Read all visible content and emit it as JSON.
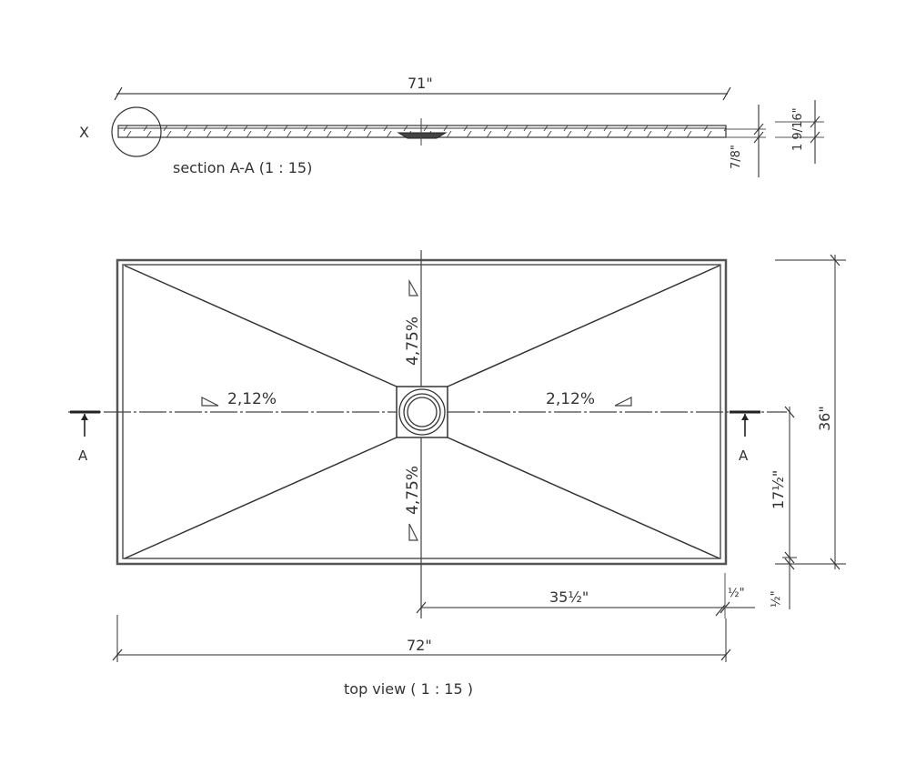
{
  "section": {
    "title": "section A-A (1 : 15)",
    "detail_marker": "X",
    "length_dim": "71\"",
    "thickness_dim_inner": "7/8\"",
    "thickness_dim_outer": "1 9/16\""
  },
  "top_view": {
    "title": "top view ( 1 : 15 )",
    "width_dim": "72\"",
    "height_dim": "36\"",
    "half_width_dim": "35½\"",
    "half_height_dim": "17½\"",
    "rim_dim_h": "½\"",
    "rim_dim_v": "½\"",
    "section_marker_left": "A",
    "section_marker_right": "A",
    "slopes": {
      "left": "2,12%",
      "right": "2,12%",
      "top": "4,75%",
      "bottom": "4,75%"
    },
    "drain": "center-drain"
  },
  "colors": {
    "line": "#3a3a3a",
    "rim": "#777777",
    "background": "#ffffff"
  }
}
